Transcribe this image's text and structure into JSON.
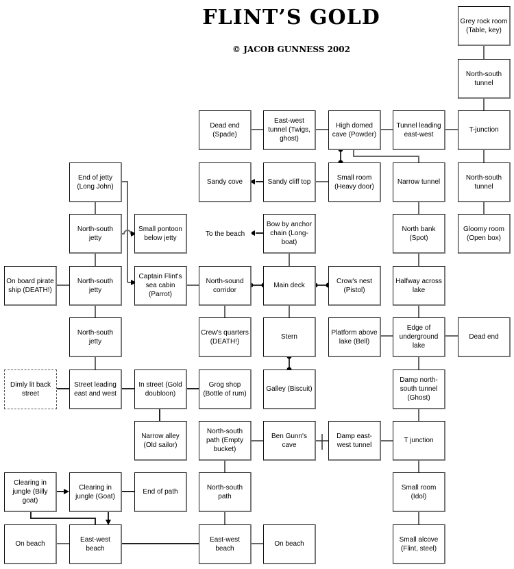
{
  "header": {
    "title": "FLINT’S GOLD",
    "copyright": "© JACOB GUNNESS 2002"
  },
  "colors": {
    "line": "#666666",
    "box_border": "#111111",
    "shadow": "#777777"
  },
  "rooms": [
    {
      "id": "grey-rock-room",
      "label": "Grey rock room (Table, key)"
    },
    {
      "id": "ns-tunnel-top",
      "label": "North-south tunnel"
    },
    {
      "id": "dead-end-spade",
      "label": "Dead end (Spade)"
    },
    {
      "id": "ew-tunnel",
      "label": "East-west tunnel (Twigs, ghost)"
    },
    {
      "id": "high-domed-cave",
      "label": "High domed cave (Powder)"
    },
    {
      "id": "tunnel-leading-ew",
      "label": "Tunnel leading east-west"
    },
    {
      "id": "t-junction-top",
      "label": "T-junction"
    },
    {
      "id": "sandy-cove",
      "label": "Sandy cove"
    },
    {
      "id": "sandy-cliff-top",
      "label": "Sandy cliff top"
    },
    {
      "id": "small-room-door",
      "label": "Small room (Heavy door)"
    },
    {
      "id": "narrow-tunnel",
      "label": "Narrow tunnel"
    },
    {
      "id": "ns-tunnel-2",
      "label": "North-south tunnel"
    },
    {
      "id": "end-of-jetty",
      "label": "End of jetty (Long John)"
    },
    {
      "id": "ns-jetty-1",
      "label": "North-south jetty"
    },
    {
      "id": "small-pontoon",
      "label": "Small pontoon below jetty"
    },
    {
      "id": "to-the-beach",
      "label": "To the beach"
    },
    {
      "id": "bow",
      "label": "Bow by anchor chain (Long-boat)"
    },
    {
      "id": "north-bank",
      "label": "North bank (Spot)"
    },
    {
      "id": "gloomy-room",
      "label": "Gloomy room (Open box)"
    },
    {
      "id": "on-board-pirate-ship",
      "label": "On board pirate ship (DEATH!)"
    },
    {
      "id": "ns-jetty-2",
      "label": "North-south jetty"
    },
    {
      "id": "captain-cabin",
      "label": "Captain Flint's sea cabin (Parrot)"
    },
    {
      "id": "ns-corridor",
      "label": "North-sound corridor"
    },
    {
      "id": "main-deck",
      "label": "Main deck"
    },
    {
      "id": "crows-nest",
      "label": "Crow's nest (Pistol)"
    },
    {
      "id": "halfway-lake",
      "label": "Halfway across lake"
    },
    {
      "id": "ns-jetty-3",
      "label": "North-south jetty"
    },
    {
      "id": "crews-quarters",
      "label": "Crew's quarters (DEATH!)"
    },
    {
      "id": "stern",
      "label": "Stern"
    },
    {
      "id": "platform-lake",
      "label": "Platform above lake (Bell)"
    },
    {
      "id": "edge-lake",
      "label": "Edge of underground lake"
    },
    {
      "id": "dead-end-2",
      "label": "Dead end"
    },
    {
      "id": "dimly-lit-street",
      "label": "Dimly lit back street"
    },
    {
      "id": "street-ew",
      "label": "Street leading east and west"
    },
    {
      "id": "in-street",
      "label": "In street (Gold doubloon)"
    },
    {
      "id": "grog-shop",
      "label": "Grog shop (Bottle of rum)"
    },
    {
      "id": "galley",
      "label": "Galley (Biscuit)"
    },
    {
      "id": "damp-ns-tunnel",
      "label": "Damp north-south tunnel (Ghost)"
    },
    {
      "id": "narrow-alley",
      "label": "Narrow alley (Old sailor)"
    },
    {
      "id": "ns-path-bucket",
      "label": "North-south path (Empty bucket)"
    },
    {
      "id": "ben-gunns-cave",
      "label": "Ben Gunn's cave"
    },
    {
      "id": "damp-ew-tunnel",
      "label": "Damp east-west tunnel"
    },
    {
      "id": "t-junction-bottom",
      "label": "T junction"
    },
    {
      "id": "clearing-billy-goat",
      "label": "Clearing in jungle (Billy goat)"
    },
    {
      "id": "clearing-goat",
      "label": "Clearing in jungle (Goat)"
    },
    {
      "id": "end-of-path",
      "label": "End of path"
    },
    {
      "id": "ns-path",
      "label": "North-south path"
    },
    {
      "id": "small-room-idol",
      "label": "Small room (Idol)"
    },
    {
      "id": "on-beach-left",
      "label": "On beach"
    },
    {
      "id": "ew-beach-left",
      "label": "East-west beach"
    },
    {
      "id": "ew-beach-right",
      "label": "East-west beach"
    },
    {
      "id": "on-beach-right",
      "label": "On beach"
    },
    {
      "id": "small-alcove",
      "label": "Small alcove (Flint, steel)"
    }
  ]
}
